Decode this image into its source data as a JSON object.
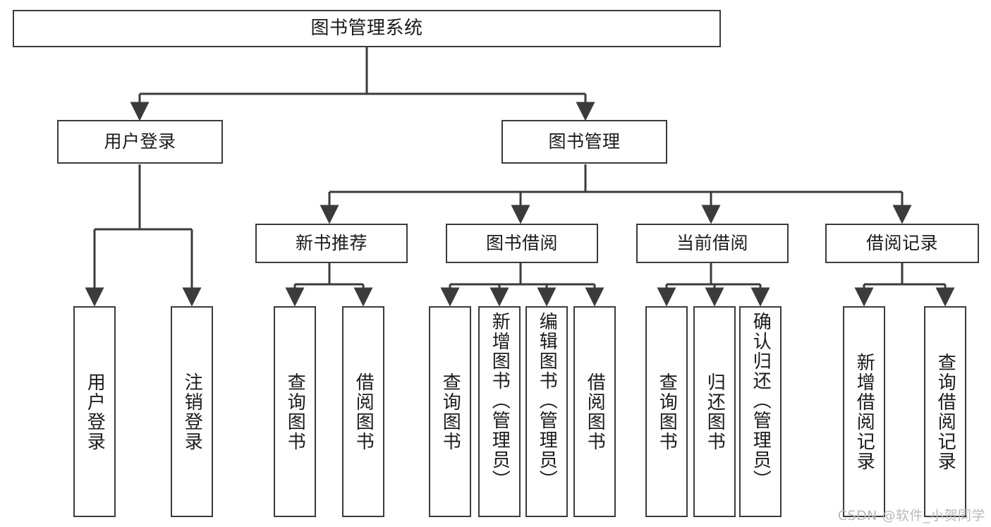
{
  "diagram": {
    "title": "图书管理系统",
    "type": "tree",
    "watermark": "CSDN @软件_小贺同学",
    "colors": {
      "box_border": "#3b3b3b",
      "box_fill": "#ffffff",
      "connector": "#3b3b3b",
      "text": "#1a1a1a",
      "watermark": "#b9b9b9",
      "background": "#ffffff"
    },
    "nodes": {
      "root": {
        "label": "图书管理系统"
      },
      "level2": [
        {
          "id": "user-login",
          "label": "用户登录"
        },
        {
          "id": "book-manage",
          "label": "图书管理"
        }
      ],
      "level3": [
        {
          "id": "new-book-recommend",
          "label": "新书推荐"
        },
        {
          "id": "book-borrow",
          "label": "图书借阅"
        },
        {
          "id": "current-borrow",
          "label": "当前借阅"
        },
        {
          "id": "borrow-record",
          "label": "借阅记录"
        }
      ],
      "leaves": {
        "user-login": [
          {
            "id": "leaf-user-login",
            "label": "用户登录"
          },
          {
            "id": "leaf-user-logout",
            "label": "注销登录"
          }
        ],
        "new-book-recommend": [
          {
            "id": "leaf-query-book-1",
            "label": "查询图书"
          },
          {
            "id": "leaf-borrow-book-1",
            "label": "借阅图书"
          }
        ],
        "book-borrow": [
          {
            "id": "leaf-query-book-2",
            "label": "查询图书"
          },
          {
            "id": "leaf-add-book",
            "label": "新增图书（管理员）"
          },
          {
            "id": "leaf-edit-book",
            "label": "编辑图书（管理员）"
          },
          {
            "id": "leaf-borrow-book-2",
            "label": "借阅图书"
          }
        ],
        "current-borrow": [
          {
            "id": "leaf-query-book-3",
            "label": "查询图书"
          },
          {
            "id": "leaf-return-book",
            "label": "归还图书"
          },
          {
            "id": "leaf-confirm-return",
            "label": "确认归还（管理员）"
          }
        ],
        "borrow-record": [
          {
            "id": "leaf-add-record",
            "label": "新增借阅记录"
          },
          {
            "id": "leaf-query-record",
            "label": "查询借阅记录"
          }
        ]
      }
    }
  }
}
